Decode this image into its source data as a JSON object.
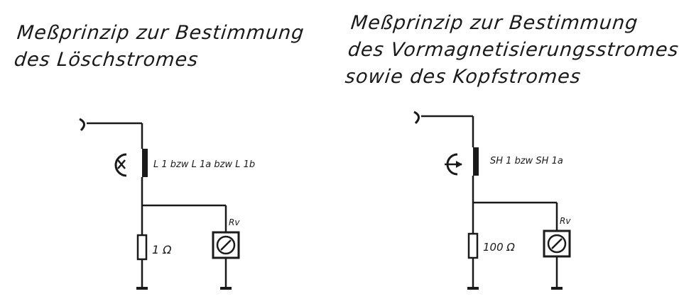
{
  "left": {
    "title_lines": [
      "Meßprinzip zur Bestimmung",
      "des Löschstromes"
    ],
    "coil_label": "L 1 bzw L 1a bzw L 1b",
    "resistor_label": "1 Ω",
    "meter_label": "Rv"
  },
  "right": {
    "title_lines": [
      "Meßprinzip zur Bestimmung",
      "des Vormagnetisierungsstromes",
      "sowie des Kopfstromes"
    ],
    "coil_label": "SH 1 bzw SH 1a",
    "resistor_label": "100 Ω",
    "meter_label": "Rv"
  }
}
